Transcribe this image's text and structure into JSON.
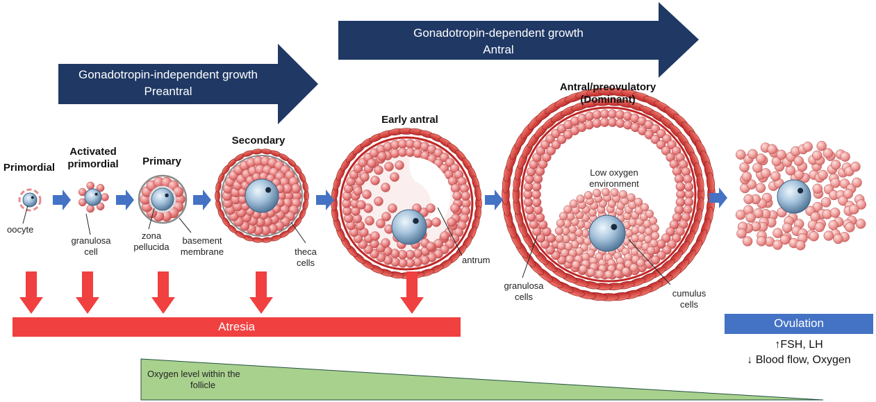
{
  "banners": {
    "preantral_line1": "Gonadotropin-independent growth",
    "preantral_line2": "Preantral",
    "antral_line1": "Gonadotropin-dependent growth",
    "antral_line2": "Antral"
  },
  "stages": {
    "primordial": "Primordial",
    "activated_line1": "Activated",
    "activated_line2": "primordial",
    "primary": "Primary",
    "secondary": "Secondary",
    "early_antral": "Early antral",
    "preovulatory_line1": "Antral/preovulatory",
    "preovulatory_line2": "(Dominant)"
  },
  "labels": {
    "oocyte": "oocyte",
    "granulosa_cell_1": "granulosa",
    "granulosa_cell_2": "cell",
    "zona_1": "zona",
    "zona_2": "pellucida",
    "basement_1": "basement",
    "basement_2": "membrane",
    "theca_1": "theca",
    "theca_2": "cells",
    "antrum": "antrum",
    "low_oxygen_1": "Low oxygen",
    "low_oxygen_2": "environment",
    "granulosa_cells_1": "granulosa",
    "granulosa_cells_2": "cells",
    "cumulus_1": "cumulus",
    "cumulus_2": "cells"
  },
  "atresia": "Atresia",
  "ovulation": "Ovulation",
  "hormones_line1": "↑FSH, LH",
  "hormones_line2": "↓ Blood flow, Oxygen",
  "oxygen_line1": "Oxygen level within the",
  "oxygen_line2": "follicle",
  "colors": {
    "navy": "#1f3864",
    "blue_arrow": "#4472c4",
    "red": "#f04040",
    "cell_pink": "#e87a7a",
    "theca_red": "#d63a3a",
    "ovulation_blue": "#4472c4",
    "oxygen_green": "#a9d18e"
  }
}
